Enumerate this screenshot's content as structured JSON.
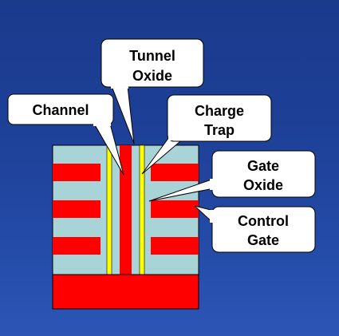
{
  "labels": {
    "tunnel_oxide": [
      "Tunnel",
      "Oxide"
    ],
    "channel": [
      "Channel"
    ],
    "charge_trap": [
      "Charge",
      "Trap"
    ],
    "gate_oxide": [
      "Gate",
      "Oxide"
    ],
    "control_gate": [
      "Control",
      "Gate"
    ]
  },
  "colors": {
    "background_top": "#1a3a8c",
    "background_bottom": "#2c55b6",
    "oxide_fill": "#a8d4d8",
    "gate_fill": "#ff0000",
    "tunnel_oxide_fill": "#ffff00",
    "callout_fill": "#ffffff",
    "outline": "#000000"
  }
}
